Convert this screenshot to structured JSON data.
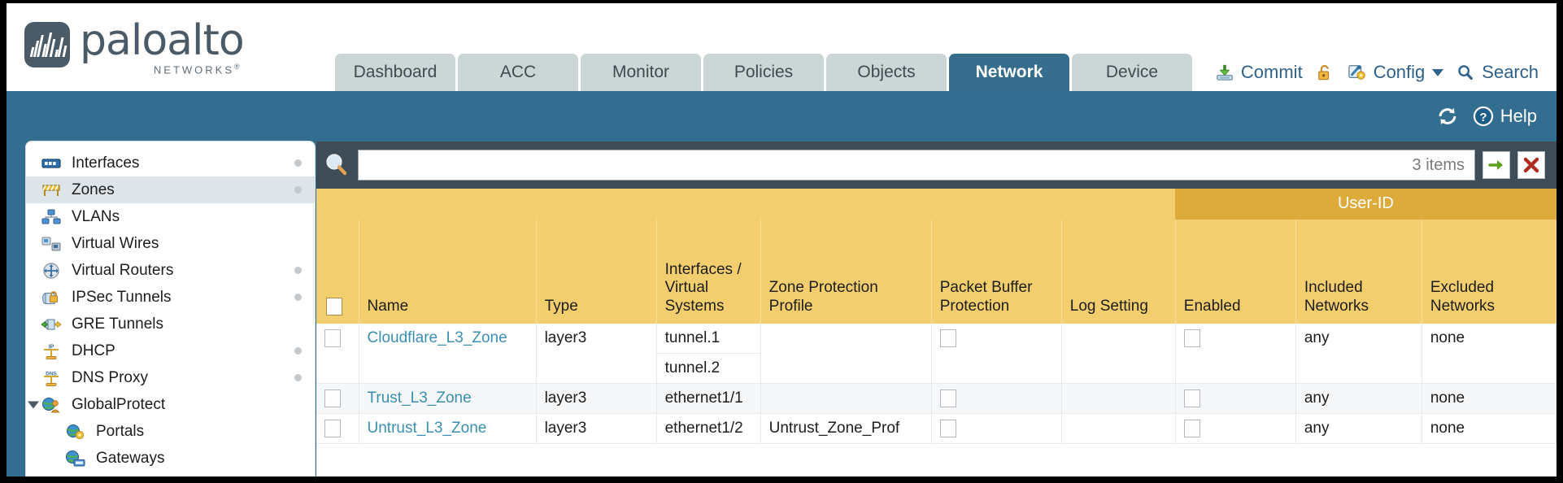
{
  "brand": {
    "name": "paloalto",
    "sub": "NETWORKS",
    "sup": "®"
  },
  "header": {
    "tabs": [
      {
        "label": "Dashboard",
        "active": false
      },
      {
        "label": "ACC",
        "active": false
      },
      {
        "label": "Monitor",
        "active": false
      },
      {
        "label": "Policies",
        "active": false
      },
      {
        "label": "Objects",
        "active": false
      },
      {
        "label": "Network",
        "active": true
      },
      {
        "label": "Device",
        "active": false
      }
    ],
    "actions": [
      {
        "name": "commit",
        "label": "Commit",
        "icon": "commit-download-icon"
      },
      {
        "name": "lock",
        "label": "",
        "icon": "unlock-padlock-icon"
      },
      {
        "name": "config",
        "label": "Config",
        "icon": "config-wrench-key-icon",
        "caret": true
      },
      {
        "name": "search",
        "label": "Search",
        "icon": "search-magnifier-icon"
      }
    ]
  },
  "utilitybar": {
    "refresh_label": "",
    "help_label": "Help"
  },
  "sidebar": {
    "items": [
      {
        "label": "Interfaces",
        "icon": "interfaces-icon",
        "dot": true,
        "selected": false,
        "child": false,
        "twisty": false
      },
      {
        "label": "Zones",
        "icon": "zones-barrier-icon",
        "dot": true,
        "selected": true,
        "child": false,
        "twisty": false
      },
      {
        "label": "VLANs",
        "icon": "vlans-icon",
        "dot": false,
        "selected": false,
        "child": false,
        "twisty": false
      },
      {
        "label": "Virtual Wires",
        "icon": "virtual-wires-icon",
        "dot": false,
        "selected": false,
        "child": false,
        "twisty": false
      },
      {
        "label": "Virtual Routers",
        "icon": "virtual-routers-icon",
        "dot": true,
        "selected": false,
        "child": false,
        "twisty": false
      },
      {
        "label": "IPSec Tunnels",
        "icon": "ipsec-tunnels-icon",
        "dot": true,
        "selected": false,
        "child": false,
        "twisty": false
      },
      {
        "label": "GRE Tunnels",
        "icon": "gre-tunnels-icon",
        "dot": false,
        "selected": false,
        "child": false,
        "twisty": false
      },
      {
        "label": "DHCP",
        "icon": "dhcp-icon",
        "dot": true,
        "selected": false,
        "child": false,
        "twisty": false
      },
      {
        "label": "DNS Proxy",
        "icon": "dns-proxy-icon",
        "dot": true,
        "selected": false,
        "child": false,
        "twisty": false
      },
      {
        "label": "GlobalProtect",
        "icon": "globalprotect-icon",
        "dot": false,
        "selected": false,
        "child": false,
        "twisty": true
      },
      {
        "label": "Portals",
        "icon": "portals-icon",
        "dot": false,
        "selected": false,
        "child": true,
        "twisty": false
      },
      {
        "label": "Gateways",
        "icon": "gateways-icon",
        "dot": false,
        "selected": false,
        "child": true,
        "twisty": false
      }
    ]
  },
  "search": {
    "value": "",
    "placeholder": "",
    "item_count": "3 items",
    "apply_icon": "green-arrow-apply-icon",
    "clear_icon": "red-x-clear-icon"
  },
  "table": {
    "group_header": {
      "label": "User-ID",
      "span": 3
    },
    "columns": [
      {
        "key": "checkbox",
        "label": ""
      },
      {
        "key": "name",
        "label": "Name"
      },
      {
        "key": "type",
        "label": "Type"
      },
      {
        "key": "interfaces",
        "label": "Interfaces / Virtual Systems"
      },
      {
        "key": "zone_protection_profile",
        "label": "Zone Protection Profile"
      },
      {
        "key": "packet_buffer_protection",
        "label": "Packet Buffer Protection"
      },
      {
        "key": "log_setting",
        "label": "Log Setting"
      },
      {
        "key": "enabled",
        "label": "Enabled"
      },
      {
        "key": "included_networks",
        "label": "Included Networks"
      },
      {
        "key": "excluded_networks",
        "label": "Excluded Networks"
      }
    ],
    "rows": [
      {
        "name": "Cloudflare_L3_Zone",
        "type": "layer3",
        "interfaces": [
          "tunnel.1",
          "tunnel.2"
        ],
        "zone_protection_profile": "",
        "packet_buffer_protection": false,
        "log_setting": "",
        "enabled": false,
        "included_networks": "any",
        "excluded_networks": "none"
      },
      {
        "name": "Trust_L3_Zone",
        "type": "layer3",
        "interfaces": [
          "ethernet1/1"
        ],
        "zone_protection_profile": "",
        "packet_buffer_protection": false,
        "log_setting": "",
        "enabled": false,
        "included_networks": "any",
        "excluded_networks": "none"
      },
      {
        "name": "Untrust_L3_Zone",
        "type": "layer3",
        "interfaces": [
          "ethernet1/2"
        ],
        "zone_protection_profile": "Untrust_Zone_Prof",
        "packet_buffer_protection": false,
        "log_setting": "",
        "enabled": false,
        "included_networks": "any",
        "excluded_networks": "none"
      }
    ]
  },
  "colors": {
    "brand_blue": "#336d90",
    "tab_active": "#376d8c",
    "tab_inactive": "#ccd6d6",
    "table_header": "#f2ce6e",
    "group_header": "#ddab3b",
    "link": "#3a8fb0",
    "toolbar_dark": "#3d4c57"
  }
}
